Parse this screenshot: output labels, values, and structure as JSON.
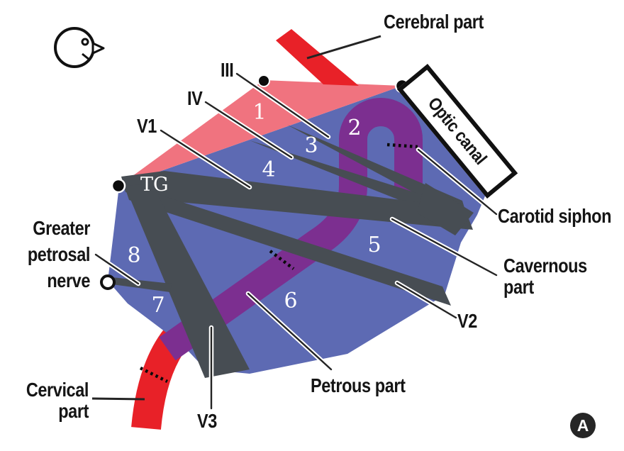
{
  "figure": {
    "panel_letter": "A",
    "labels": {
      "cerebral_part": "Cerebral part",
      "optic_canal": "Optic canal",
      "carotid_siphon": "Carotid siphon",
      "cavernous_part_line1": "Cavernous",
      "cavernous_part_line2": "part",
      "v2": "V2",
      "petrous_part": "Petrous part",
      "v3": "V3",
      "cervical_part_line1": "Cervical",
      "cervical_part_line2": "part",
      "gpn_line1": "Greater",
      "gpn_line2": "petrosal",
      "gpn_line3": "nerve",
      "tg": "TG",
      "nerve_iii": "III",
      "nerve_iv": "IV",
      "nerve_v1": "V1"
    },
    "regions": [
      "1",
      "2",
      "3",
      "4",
      "5",
      "6",
      "7",
      "8"
    ],
    "colors": {
      "red": "#e82128",
      "pink": "#f0737f",
      "blue": "#5d6ab3",
      "purple": "#7c2f90",
      "gray": "#474d53",
      "ink": "#141414"
    }
  }
}
